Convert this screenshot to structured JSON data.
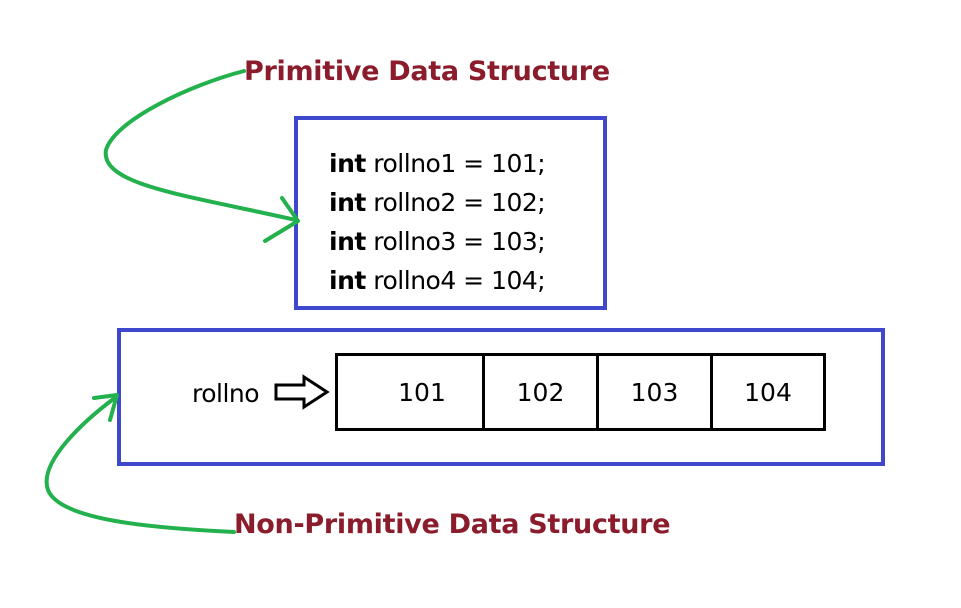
{
  "primitive": {
    "title": "Primitive Data Structure",
    "lines": [
      {
        "keyword": "int",
        "rest": " rollno1 = 101;"
      },
      {
        "keyword": "int",
        "rest": " rollno2 = 102;"
      },
      {
        "keyword": "int",
        "rest": " rollno3 = 103;"
      },
      {
        "keyword": "int",
        "rest": " rollno4 = 104;"
      }
    ]
  },
  "non_primitive": {
    "title": "Non-Primitive Data Structure",
    "array_name": "rollno",
    "cells": [
      "101",
      "102",
      "103",
      "104"
    ]
  },
  "colors": {
    "title": "#8b1c2c",
    "box_border": "#3f48cc",
    "connector": "#22b14c"
  }
}
